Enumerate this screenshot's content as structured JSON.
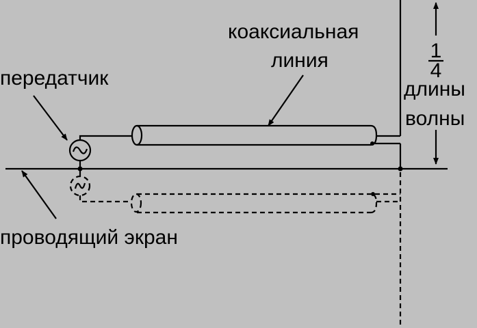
{
  "diagram": {
    "title": "Quarter-wave antenna fed by coaxial line over a conducting screen",
    "background": "#c0c0c0",
    "line_color": "#000000",
    "labels": {
      "transmitter": "передатчик",
      "coax_line1": "коаксиальная",
      "coax_line2": "линия",
      "fraction_num": "1",
      "fraction_den": "4",
      "length_line1": "длины",
      "length_line2": "волны",
      "screen": "проводящий экран"
    },
    "icons": {
      "source": "ac-source-icon",
      "mirror_source": "mirror-ac-source-icon"
    }
  }
}
